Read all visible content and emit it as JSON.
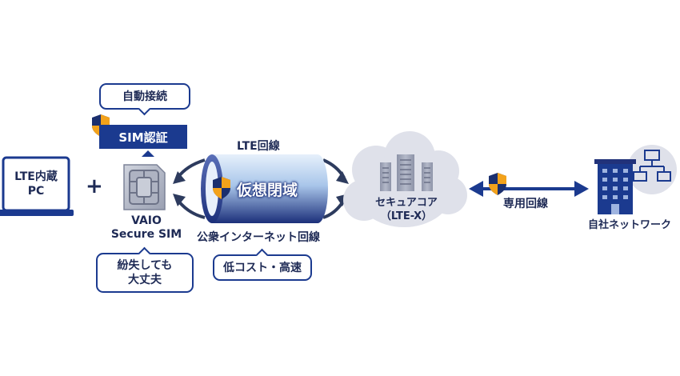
{
  "pc": {
    "line1": "LTE内蔵",
    "line2": "PC"
  },
  "plus": "+",
  "sim": {
    "line1": "VAIO",
    "line2": "Secure SIM",
    "auth_label": "SIM認証",
    "auto_connect": "自動接続",
    "lost_safe_line1": "紛失しても",
    "lost_safe_line2": "大丈夫"
  },
  "tunnel": {
    "label": "仮想閉域",
    "top_label": "LTE回線",
    "bottom_label": "公衆インターネット回線",
    "callout": "低コスト・高速"
  },
  "core": {
    "line1": "セキュアコア",
    "line2": "（LTE-X）"
  },
  "dedicated": {
    "label": "専用回線"
  },
  "company": {
    "label": "自社ネットワーク"
  },
  "colors": {
    "navy": "#1b3a8f",
    "dark_text": "#1e2a55",
    "shield_orange": "#f3a21b",
    "cloud": "#dfe1ea",
    "server": "#9aa0b4",
    "tunnel_light": "#b8d4f4",
    "tunnel_dark": "#1b2f7a"
  }
}
